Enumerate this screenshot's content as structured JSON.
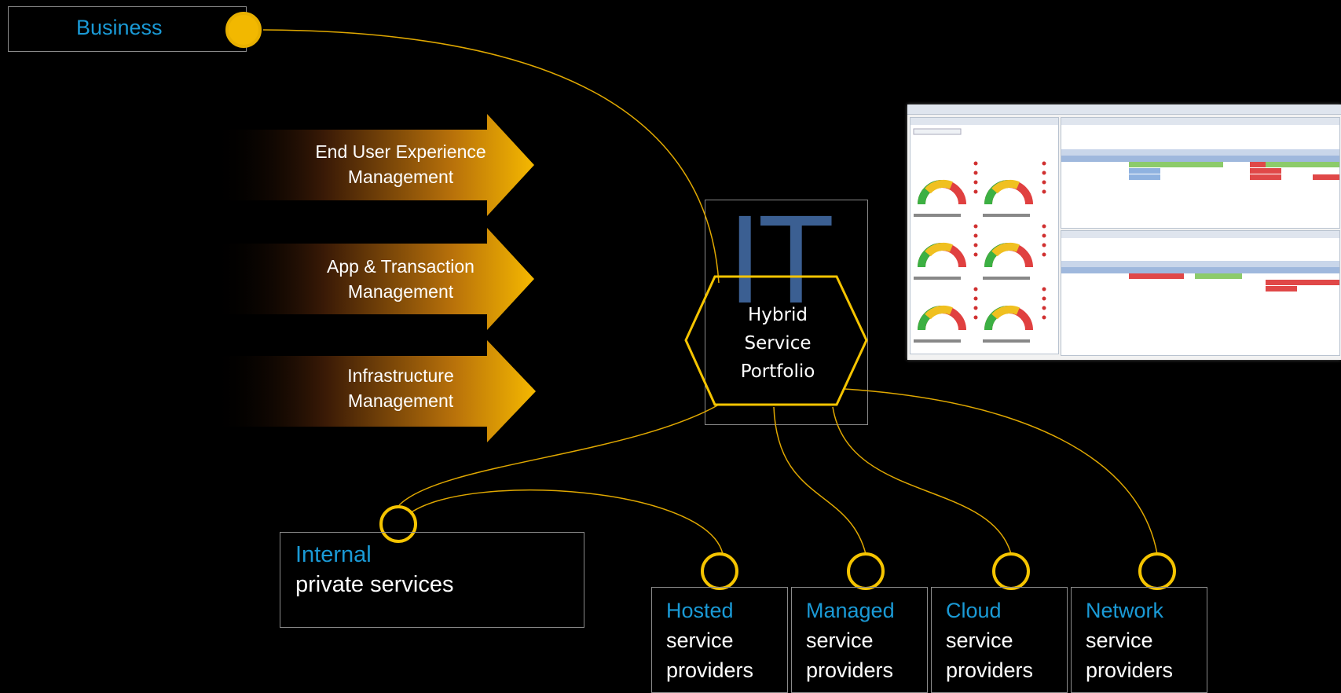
{
  "colors": {
    "background": "#000000",
    "accent_gold": "#f5b800",
    "link_blue": "#1a9ad6",
    "it_blue": "#3b5f92",
    "border_gray": "#8a8a8a"
  },
  "business": {
    "label": "Business"
  },
  "arrows": [
    {
      "line1": "End User Experience",
      "line2": "Management"
    },
    {
      "line1": "App & Transaction",
      "line2": "Management"
    },
    {
      "line1": "Infrastructure",
      "line2": "Management"
    }
  ],
  "center": {
    "big_label": "IT",
    "hex_line1": "Hybrid",
    "hex_line2": "Service",
    "hex_line3": "Portfolio"
  },
  "internal": {
    "title": "Internal",
    "subtitle": "private services"
  },
  "providers": [
    {
      "title": "Hosted",
      "line2": "service",
      "line3": "providers"
    },
    {
      "title": "Managed",
      "line2": "service",
      "line3": "providers"
    },
    {
      "title": "Cloud",
      "line2": "service",
      "line3": "providers"
    },
    {
      "title": "Network",
      "line2": "service",
      "line3": "providers"
    }
  ],
  "dashboard": {
    "icon": "dashboard-screenshot-thumbnail"
  }
}
